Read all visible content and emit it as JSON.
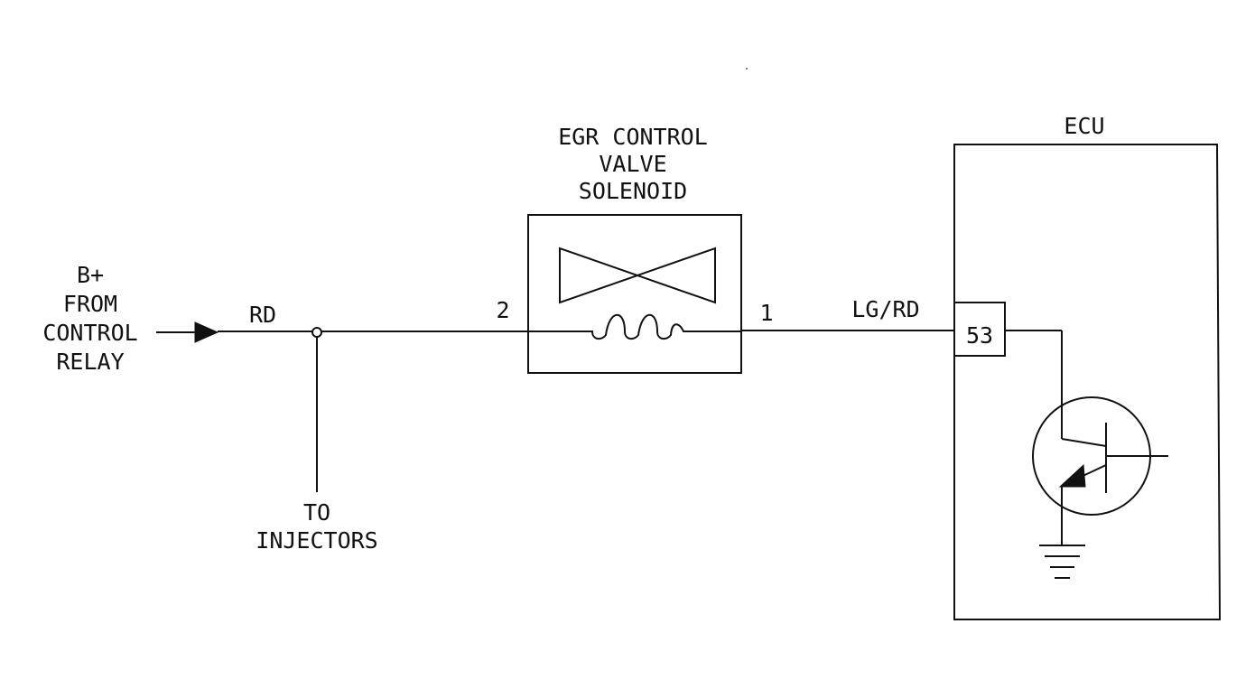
{
  "source": {
    "line1": "B+",
    "line2": "FROM",
    "line3": "CONTROL",
    "line4": "RELAY"
  },
  "wires": {
    "supply_color": "RD",
    "ecu_side_color": "LG/RD"
  },
  "branch": {
    "line1": "TO",
    "line2": "INJECTORS"
  },
  "solenoid": {
    "title_line1": "EGR CONTROL",
    "title_line2": "VALVE",
    "title_line3": "SOLENOID",
    "pin_left": "2",
    "pin_right": "1"
  },
  "ecu": {
    "title": "ECU",
    "pin": "53"
  }
}
